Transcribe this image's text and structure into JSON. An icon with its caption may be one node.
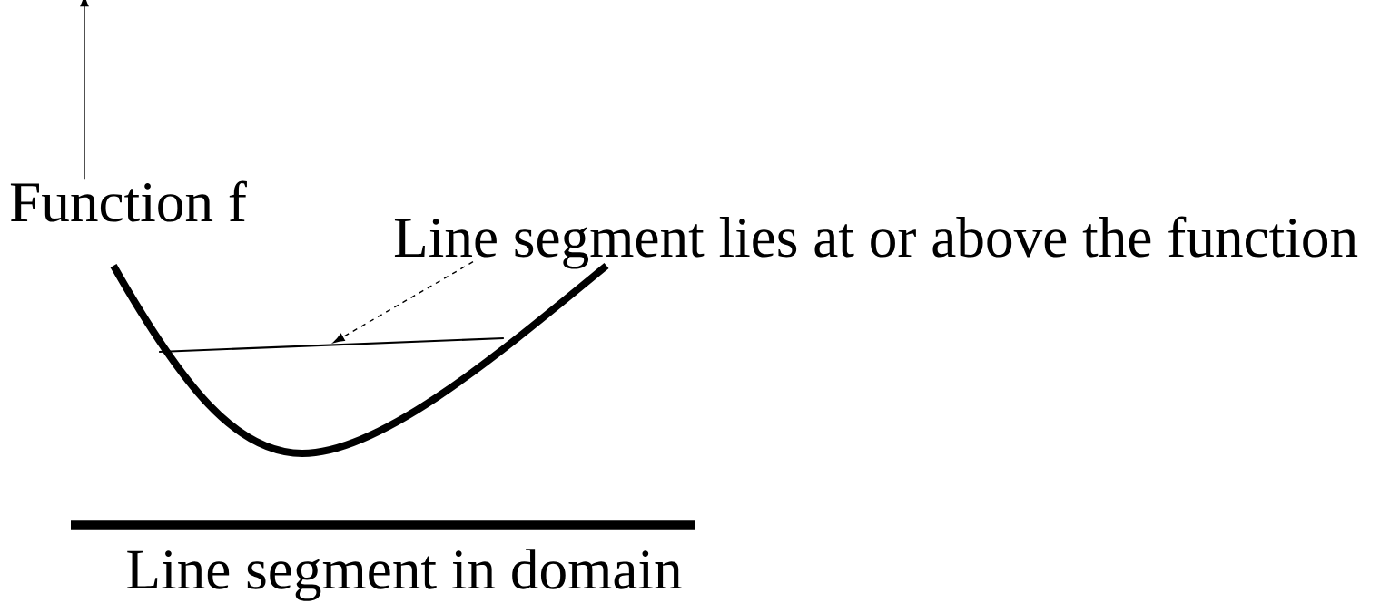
{
  "diagram": {
    "nodes": [
      {
        "text": [
          "Function f"
        ]
      },
      {
        "text": [
          "Line segment lies at or above the function"
        ]
      },
      {
        "text": [],
        "shape": "line"
      }
    ],
    "edges": [
      {
        "from": 0,
        "to": null,
        "arrow": "to"
      },
      {
        "from": 1,
        "to": 2,
        "arrow": "to",
        "style": "dashed"
      }
    ],
    "labels": [
      "Line segment in domain"
    ]
  }
}
